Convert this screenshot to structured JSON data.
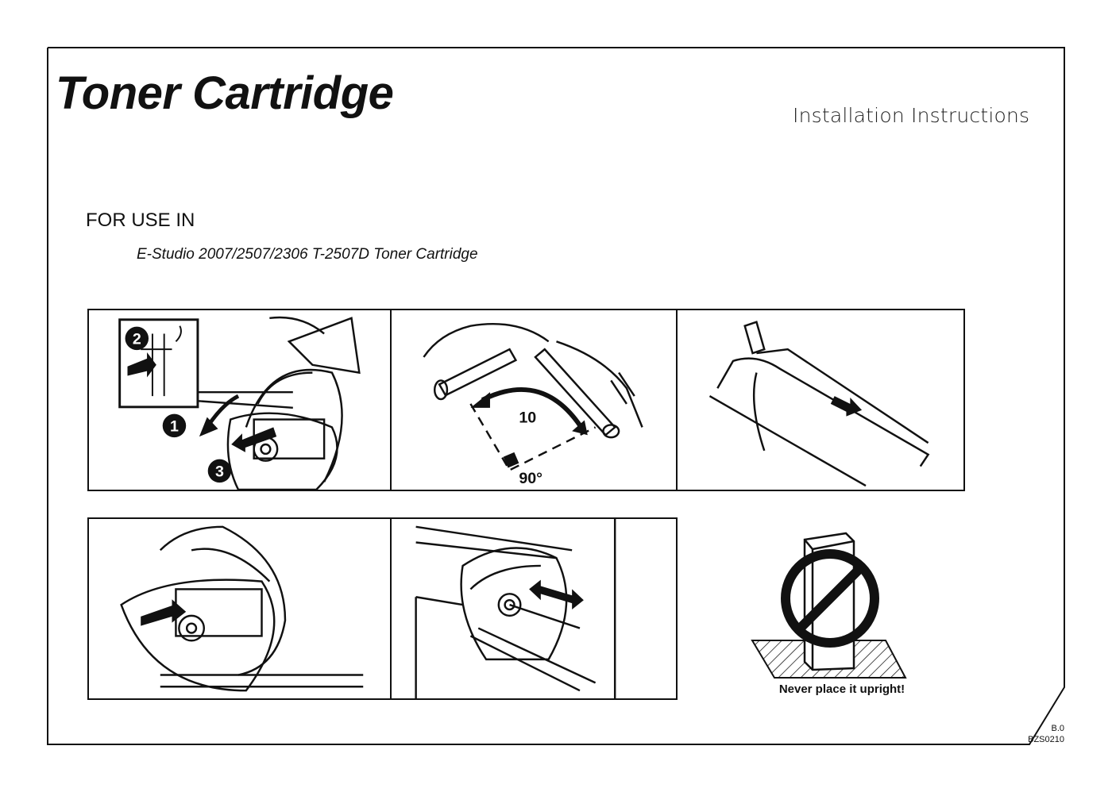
{
  "header": {
    "title": "Toner Cartridge",
    "subtitle": "Installation Instructions"
  },
  "usage": {
    "heading": "FOR USE IN",
    "model": "E-Studio 2007/2507/2306 T-2507D Toner Cartridge"
  },
  "steps": {
    "step1": {
      "marker1": "1",
      "marker2": "2",
      "marker3": "3"
    },
    "step2": {
      "count": "10",
      "angle": "90°"
    }
  },
  "warning": {
    "caption": "Never place it upright!"
  },
  "footer": {
    "version": "B.0",
    "code": "BZS0210"
  }
}
